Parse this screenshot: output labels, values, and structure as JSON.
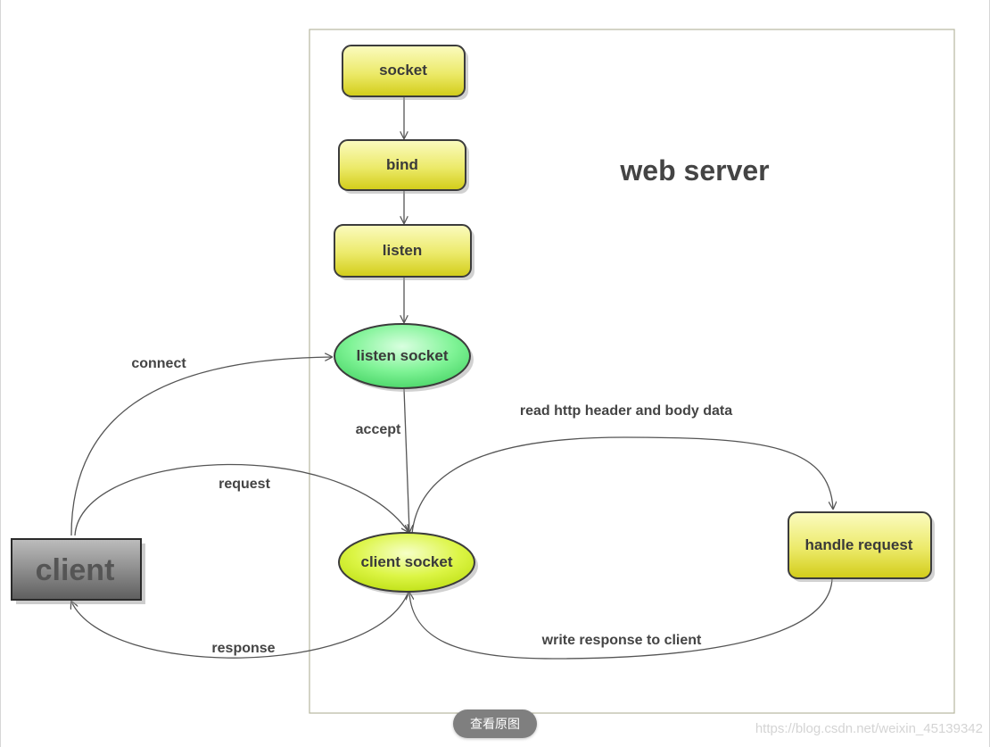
{
  "diagram": {
    "title": "web server",
    "nodes": {
      "socket": "socket",
      "bind": "bind",
      "listen": "listen",
      "listen_socket": "listen socket",
      "client_socket": "client socket",
      "handle_request": "handle request",
      "client": "client"
    },
    "edges": {
      "connect": "connect",
      "accept": "accept",
      "request": "request",
      "response": "response",
      "read": "read http header and body data",
      "write": "write response to client"
    }
  },
  "overlay": {
    "view_button": "查看原图",
    "watermark": "https://blog.csdn.net/weixin_45139342"
  },
  "colors": {
    "rect_fill_top": "#f7f7a8",
    "rect_fill_bottom": "#d6d11a",
    "listen_socket_fill": "#6ef08a",
    "client_socket_fill": "#d8f53a",
    "client_fill": "#8a8a8a",
    "edge": "#555555"
  }
}
